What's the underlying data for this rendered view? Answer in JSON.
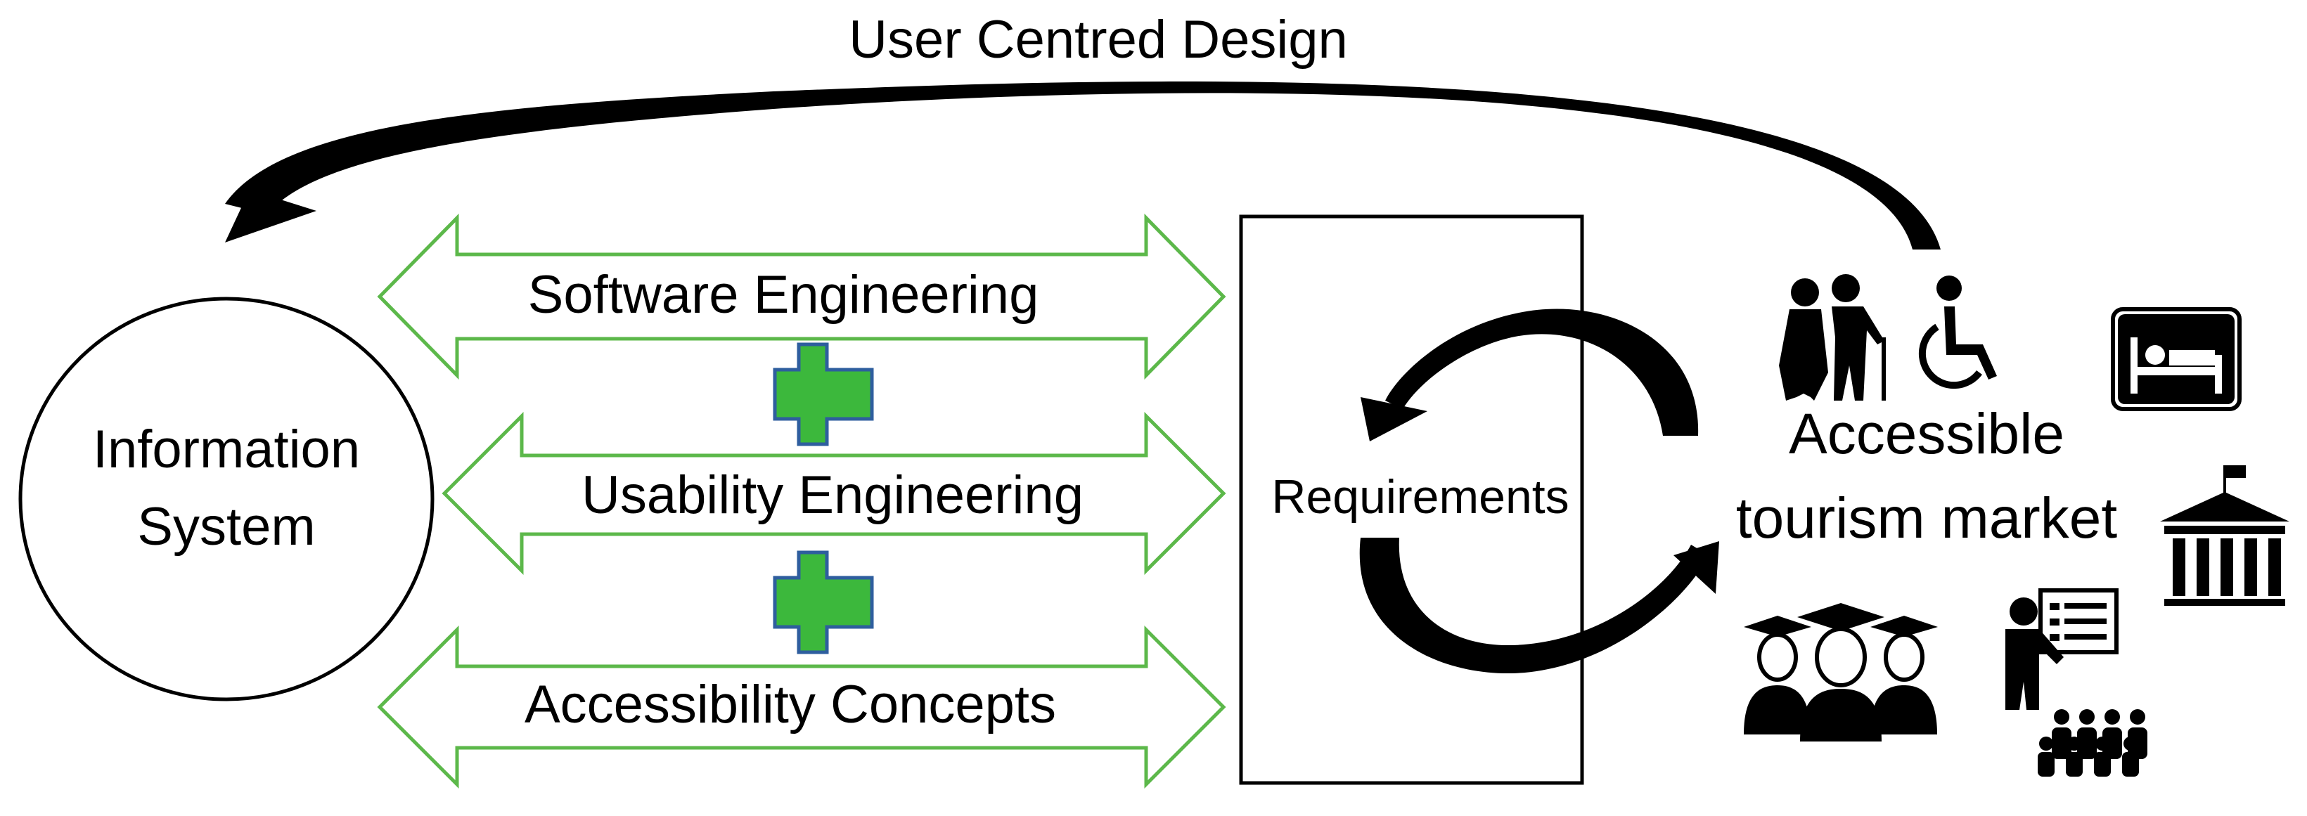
{
  "title": "User Centred Design",
  "information_system": {
    "line1": "Information",
    "line2": "System"
  },
  "disciplines": [
    {
      "label": "Software Engineering"
    },
    {
      "label": "Usability Engineering"
    },
    {
      "label": "Accessibility Concepts"
    }
  ],
  "requirements": {
    "label": "Requirements"
  },
  "market": {
    "line1": "Accessible",
    "line2": "tourism market"
  },
  "icons": [
    "elderly-couple-icon",
    "wheelchair-user-icon",
    "hotel-bed-icon",
    "museum-building-icon",
    "graduates-icon",
    "presenter-audience-icon"
  ],
  "colors": {
    "arrow_outline": "#5cb84a",
    "plus_fill": "#3cb83c",
    "plus_stroke": "#2e5e9e",
    "black": "#000000"
  }
}
